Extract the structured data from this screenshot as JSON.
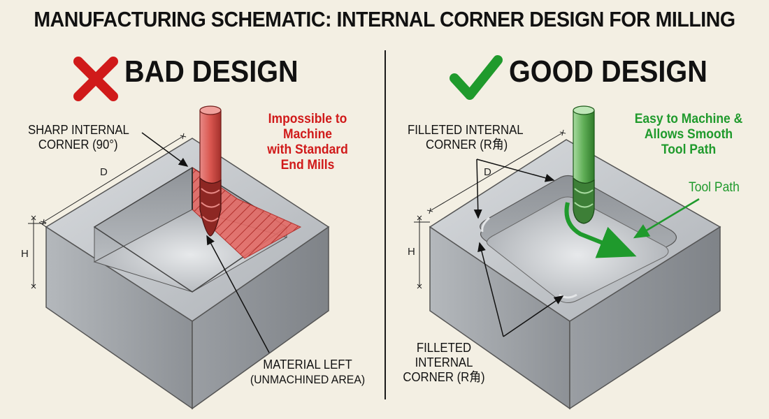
{
  "title": "MANUFACTURING SCHEMATIC: INTERNAL CORNER DESIGN FOR MILLING",
  "bad": {
    "heading": "BAD DESIGN",
    "corner_label": [
      "SHARP INTERNAL",
      "CORNER (90°)"
    ],
    "note": [
      "Impossible to",
      "Machine",
      "with Standard",
      "End Mills"
    ],
    "material_label": [
      "MATERIAL LEFT",
      "(UNMACHINED AREA)"
    ],
    "dim_d": "D",
    "dim_h": "H"
  },
  "good": {
    "heading": "GOOD DESIGN",
    "corner_label_top": [
      "FILLETED INTERNAL",
      "CORNER (R角)"
    ],
    "note": [
      "Easy to Machine &",
      "Allows Smooth",
      "Tool Path"
    ],
    "tool_path_label": "Tool Path",
    "corner_label_bottom": [
      "FILLETED",
      "INTERNAL",
      "CORNER (R角)"
    ],
    "dim_d": "D",
    "dim_h": "H"
  },
  "colors": {
    "bad_accent": "#d01a1a",
    "good_accent": "#1f9a2c",
    "metal_top": "#c9ccd0",
    "metal_side": "#9a9ea3"
  },
  "icons": {
    "bad": "cross-icon",
    "good": "check-icon"
  }
}
